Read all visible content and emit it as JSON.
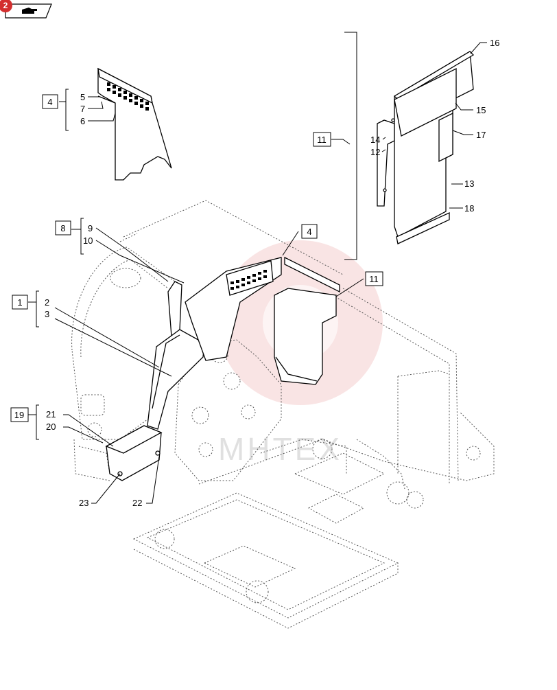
{
  "nav": {
    "badge": "2"
  },
  "watermark": {
    "text": "MHTEX"
  },
  "callouts": {
    "c1": "1",
    "c2": "2",
    "c3": "3",
    "c4a": "4",
    "c4b": "4",
    "c5": "5",
    "c6": "6",
    "c7": "7",
    "c8": "8",
    "c9": "9",
    "c10": "10",
    "c11a": "11",
    "c11b": "11",
    "c12": "12",
    "c13": "13",
    "c14": "14",
    "c15": "15",
    "c16": "16",
    "c17": "17",
    "c18": "18",
    "c19": "19",
    "c20": "20",
    "c21": "21",
    "c22": "22",
    "c23": "23"
  }
}
